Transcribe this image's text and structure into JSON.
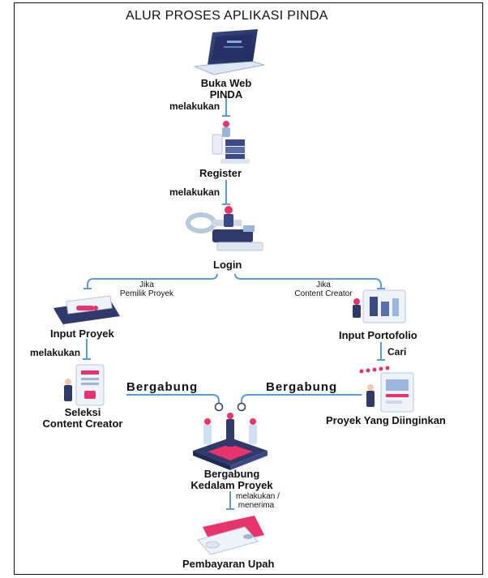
{
  "title": "ALUR PROSES APLIKASI PINDA",
  "nodes": {
    "buka_web": [
      "Buka Web",
      "PINDA"
    ],
    "register": "Register",
    "login": "Login",
    "input_proyek": "Input Proyek",
    "input_portofolio": "Input Portofolio",
    "seleksi": [
      "Seleksi",
      "Content Creator"
    ],
    "proyek_diinginkan": "Proyek Yang Diinginkan",
    "bergabung_kedalam": [
      "Bergabung",
      "Kedalam Proyek"
    ],
    "pembayaran": "Pembayaran Upah"
  },
  "edges": {
    "melakukan_1": "melakukan",
    "melakukan_2": "melakukan",
    "jika_pemilik": [
      "Jika",
      "Pemilik Proyek"
    ],
    "jika_creator": [
      "Jika",
      "Content Creator"
    ],
    "melakukan_3": "melakukan",
    "cari": "Cari",
    "bergabung_left": "Bergabung",
    "bergabung_right": "Bergabung",
    "melakukan_menerima": [
      "melakukan /",
      "menerima"
    ]
  },
  "colors": {
    "accent_pink": "#e8336b",
    "line_blue": "#5b9bd5",
    "icon_navy": "#2f3a6a",
    "icon_light": "#cfe0f3"
  },
  "icons": [
    "laptop-icon",
    "register-server-icon",
    "login-key-icon",
    "input-proyek-card-icon",
    "input-portofolio-icon",
    "seleksi-profile-icon",
    "proyek-rating-icon",
    "team-join-icon",
    "payment-card-icon"
  ]
}
